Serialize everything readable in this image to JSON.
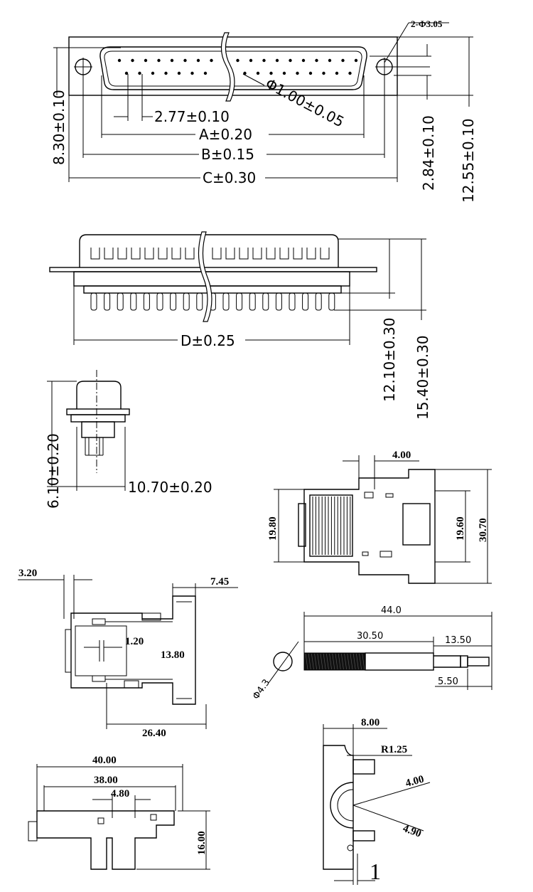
{
  "dims": {
    "d_pitch": "2.77±0.10",
    "d_pin": "Φ1.00±0.05",
    "d_a": "A±0.20",
    "d_b": "B±0.15",
    "d_c": "C±0.30",
    "d_830": "8.30±0.10",
    "d_284": "2.84±0.10",
    "d_1255": "12.55±0.10",
    "d_hole": "2-Φ3.05",
    "d_d": "D±0.25",
    "d_1210": "12.10±0.30",
    "d_1540": "15.40±0.30",
    "d_610": "6.10±0.20",
    "d_1070": "10.70±0.20",
    "d_400": "4.00",
    "d_1980": "19.80",
    "d_1960": "19.60",
    "d_3070": "30.70",
    "d_320": "3.20",
    "d_745": "7.45",
    "d_120": "1.20",
    "d_1380": "13.80",
    "d_2640": "26.40",
    "d_440": "44.0",
    "d_3050": "30.50",
    "d_1350": "13.50",
    "d_550": "5.50",
    "d_43": "Φ4.3",
    "d_800": "8.00",
    "d_r125": "R1.25",
    "d_400b": "4.00",
    "d_490": "4.90",
    "d_4000": "40.00",
    "d_3800": "38.00",
    "d_480": "4.80",
    "d_1600": "16.00",
    "d_1": "1"
  }
}
